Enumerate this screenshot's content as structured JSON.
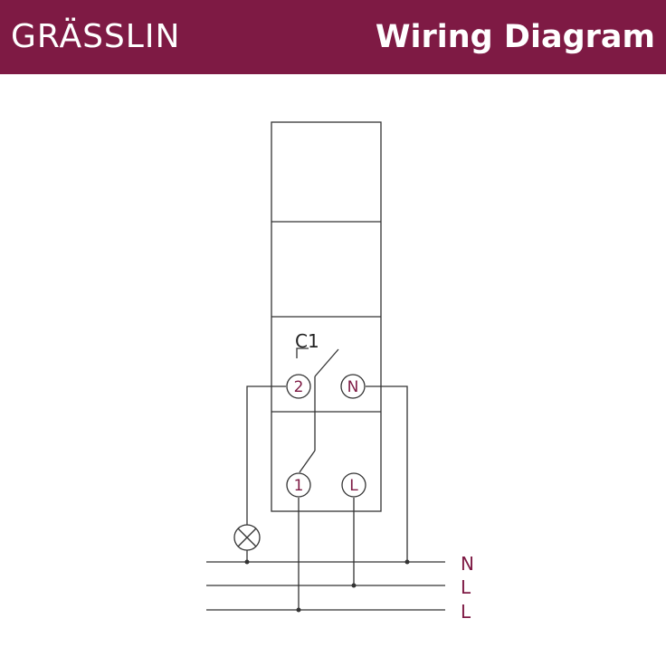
{
  "header": {
    "brand": "GRÄSSLIN",
    "title": "Wiring Diagram"
  },
  "diagram": {
    "contact_label": "C1",
    "terminals": {
      "t2": "2",
      "tN": "N",
      "t1": "1",
      "tL": "L"
    },
    "supply_lines": [
      "N",
      "L",
      "L"
    ],
    "load_symbol": "lamp-icon"
  },
  "colors": {
    "brand": "#7e1a44",
    "line": "#333333"
  }
}
